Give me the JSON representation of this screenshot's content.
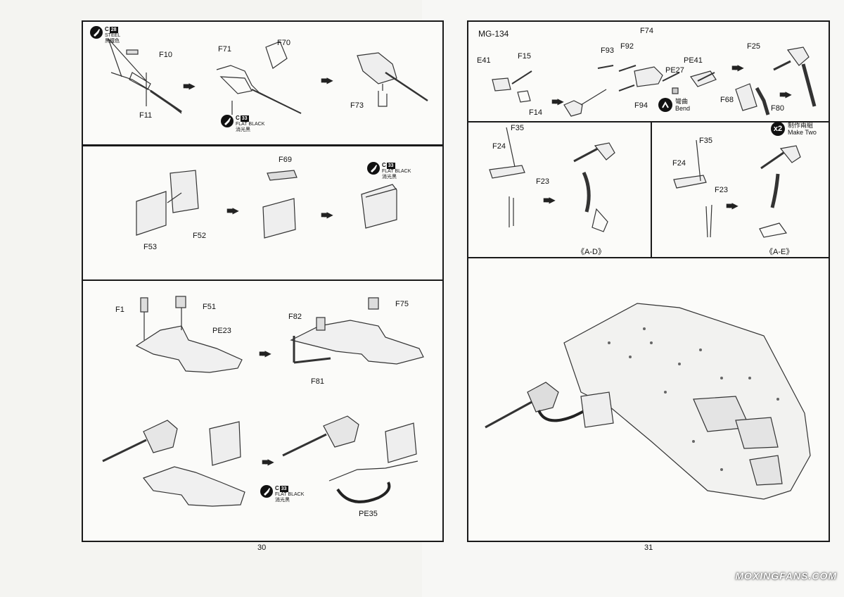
{
  "left_page": {
    "number": "30",
    "step1": {
      "paint_top": {
        "code": "C",
        "box": "28",
        "en": "STEEL",
        "cn": "黑鐵色"
      },
      "labels": [
        "F10",
        "F11",
        "F71",
        "F70",
        "F73"
      ],
      "paint_bottom": {
        "code": "C",
        "box": "33",
        "en": "FLAT BLACK",
        "cn": "消光黑"
      }
    },
    "step2": {
      "labels": [
        "F53",
        "F52",
        "F69"
      ],
      "paint": {
        "code": "C",
        "box": "33",
        "en": "FLAT BLACK",
        "cn": "消光黑"
      }
    },
    "step3": {
      "labels": [
        "F1",
        "F51",
        "PE23",
        "F82",
        "F75",
        "F81",
        "PE35"
      ],
      "paint": {
        "code": "C",
        "box": "33",
        "en": "FLAT BLACK",
        "cn": "消光黑"
      }
    }
  },
  "right_page": {
    "number": "31",
    "step1": {
      "title": "MG-134",
      "labels": [
        "E41",
        "F15",
        "F14",
        "F93",
        "F92",
        "F74",
        "F94",
        "PE27",
        "PE41",
        "F25",
        "F68",
        "F80"
      ],
      "bend": {
        "cn": "彎曲",
        "en": "Bend"
      },
      "make_two": {
        "badge": "x2",
        "cn": "制作兩組",
        "en": "Make Two"
      }
    },
    "sub_ad": {
      "labels": [
        "F35",
        "F24",
        "F23"
      ],
      "caption": "《A-D》"
    },
    "sub_ae": {
      "labels": [
        "F35",
        "F24",
        "F23"
      ],
      "caption": "《A-E》"
    }
  },
  "watermark": "MOXINGFANS.COM"
}
